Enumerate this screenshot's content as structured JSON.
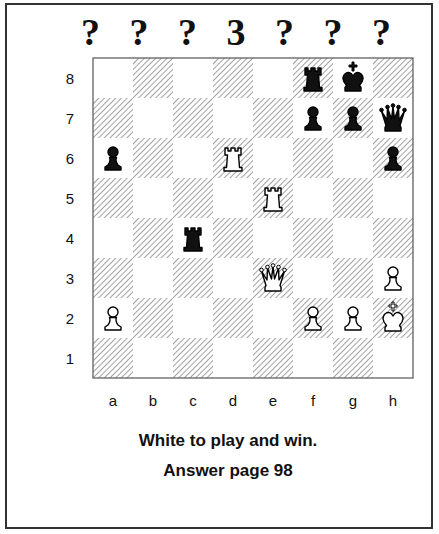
{
  "diagram": {
    "title": "? ? ? 3 ? ? ?",
    "labels": [
      "8",
      "7",
      "6",
      "5",
      "4",
      "3",
      "2",
      "1",
      "a",
      "b",
      "c",
      "d",
      "e",
      "f",
      "g",
      "h",
      "White to play and win.",
      "Answer page 98"
    ]
  }
}
